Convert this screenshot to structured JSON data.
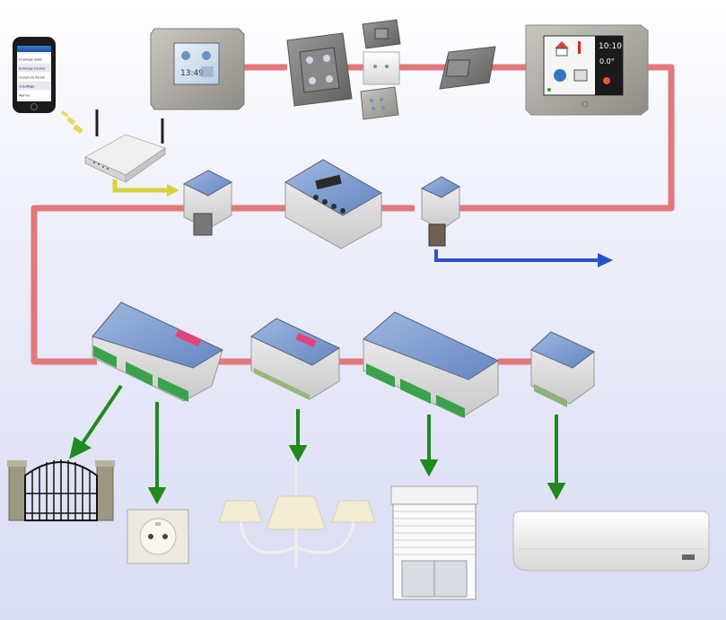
{
  "devices": {
    "smartphone": {
      "menu_items": [
        "Eclairage Salon",
        "Eclairage Cuisine",
        "Ouverture Portail",
        "Chauffage",
        "Alarme"
      ]
    },
    "touch_panel": {
      "time": "13:49"
    },
    "home_screen": {
      "time": "10:10",
      "temperature": "0.0°"
    }
  },
  "colors": {
    "bus": "#e2777c",
    "wifi_arrow": "#d8d23a",
    "serial_arrow": "#2a52c8",
    "output_arrow": "#1f8a1f",
    "module_blue": "#7f9fd0",
    "terminal_green": "#3aa14d"
  },
  "icons": [
    "smartphone-icon",
    "wifi-router-icon",
    "touch-panel-icon",
    "push-button-icon",
    "home-screen-icon",
    "din-module-icon",
    "gate-icon",
    "power-socket-icon",
    "chandelier-icon",
    "roller-shutter-icon",
    "air-conditioner-icon"
  ]
}
